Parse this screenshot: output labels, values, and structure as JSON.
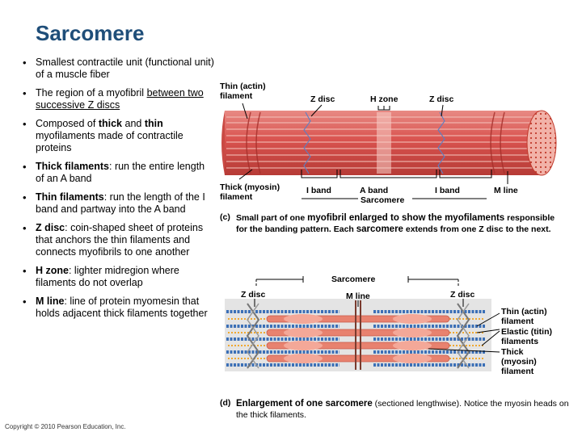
{
  "title": "Sarcomere",
  "bullets": [
    {
      "pre": "Smallest contractile unit (functional unit) of a muscle fiber"
    },
    {
      "pre": "The region of a myofibril ",
      "u": "between two successive Z discs"
    },
    {
      "pre": "Composed of ",
      "b1": "thick",
      "mid": " and ",
      "b2": "thin",
      "post": " myofilaments made of contractile proteins"
    },
    {
      "b": "Thick filaments",
      "rest": ": run the entire length of an A band"
    },
    {
      "b": "Thin filaments",
      "rest": ": run the length of the I band and partway into the A band"
    },
    {
      "b": "Z disc",
      "rest": ": coin-shaped sheet of proteins that anchors the thin filaments and connects myofibrils to one another"
    },
    {
      "b": "H zone",
      "rest": ": lighter midregion where filaments do not overlap"
    },
    {
      "b": "M line",
      "rest": ": line of protein myomesin that holds adjacent thick filaments together"
    }
  ],
  "diagram_c": {
    "labels": {
      "thin": "Thin (actin) filament",
      "zdisc1": "Z disc",
      "hzone": "H zone",
      "zdisc2": "Z disc",
      "thick": "Thick (myosin) filament",
      "iband1": "I band",
      "aband": "A  band",
      "iband2": "I band",
      "mline": "M line",
      "sarcomere": "Sarcomere"
    },
    "caption": {
      "letter": "(c)",
      "t1": "Small part of one ",
      "b1": "myofibril enlarged to show the myofilaments",
      "t2": " responsible for the banding pattern. Each ",
      "b2": "sarcomere",
      "t3": " extends from one Z disc to the next."
    }
  },
  "diagram_d": {
    "labels": {
      "sarcomere": "Sarcomere",
      "zdisc1": "Z disc",
      "mline": "M line",
      "zdisc2": "Z disc",
      "thin": "Thin (actin) filament",
      "elastic": "Elastic (titin) filaments",
      "thick": "Thick (myosin) filament"
    },
    "caption": {
      "letter": "(d)",
      "b1": "Enlargement of one sarcomere",
      "t1": " (sectioned lengthwise). Notice the myosin heads on the thick filaments."
    }
  },
  "copyright": "Copyright © 2010 Pearson Education, Inc.",
  "colors": {
    "title": "#1f4e79",
    "muscle": "#d9534f",
    "actin": "#3b6fb6",
    "myosin": "#e8826f",
    "titin": "#f0a830"
  }
}
